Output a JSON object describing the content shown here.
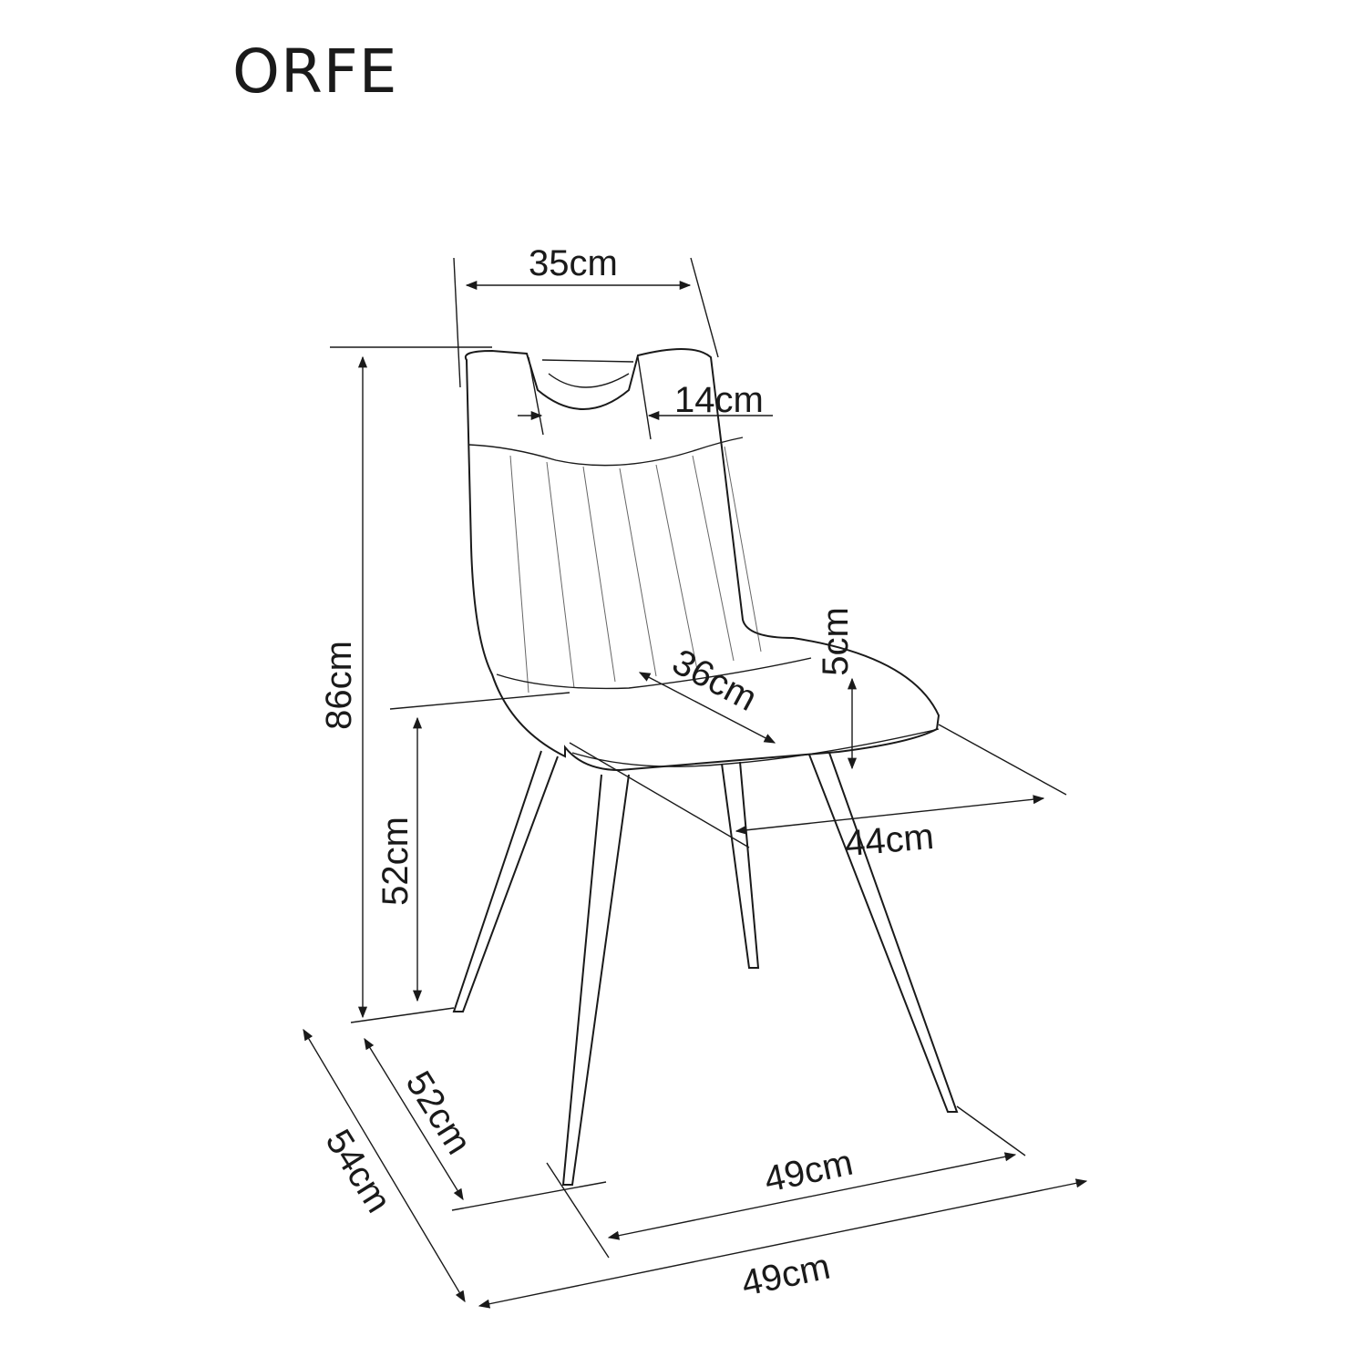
{
  "title": "ORFE",
  "dimensions": {
    "backrest_width": "35cm",
    "handle_width": "14cm",
    "total_height": "86cm",
    "seat_height": "52cm",
    "seat_depth": "36cm",
    "seat_thickness": "5cm",
    "seat_width": "44cm",
    "depth_mid": "52cm",
    "depth_total": "54cm",
    "width_mid": "49cm",
    "width_total": "49cm"
  }
}
